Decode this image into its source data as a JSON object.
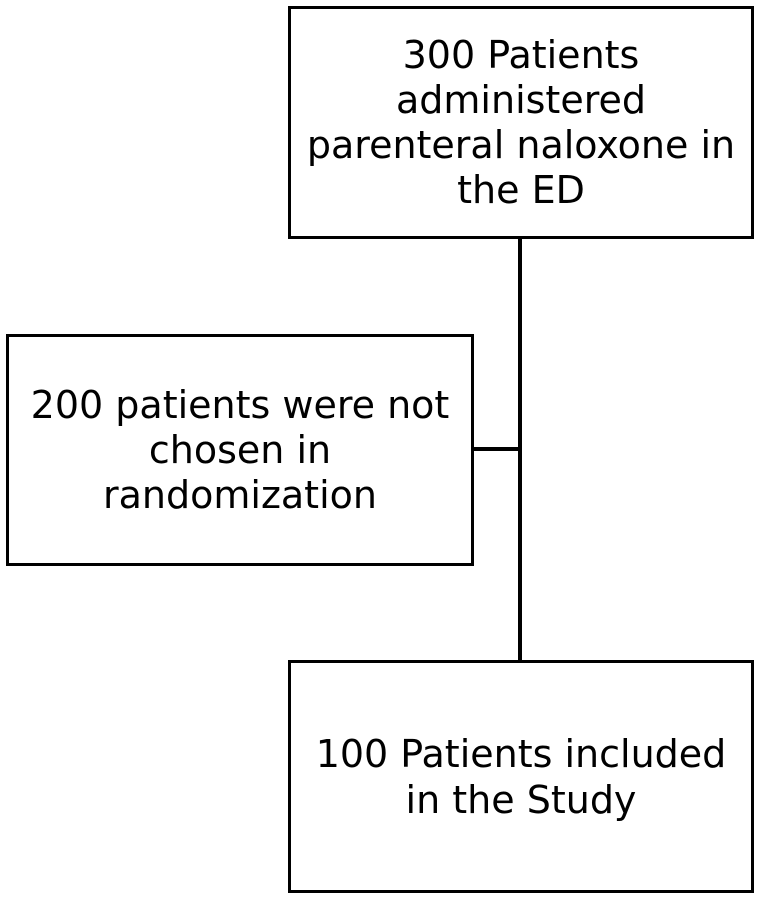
{
  "flowchart": {
    "top_box": {
      "lines": [
        "300 Patients",
        "administered",
        "parenteral naloxone in",
        "the ED"
      ]
    },
    "excluded_box": {
      "lines": [
        "200 patients were not",
        "chosen in",
        "randomization"
      ]
    },
    "bottom_box": {
      "lines": [
        "100 Patients included",
        "in the Study"
      ]
    }
  },
  "colors": {
    "stroke": "#000000",
    "background": "#ffffff",
    "text": "#000000"
  }
}
